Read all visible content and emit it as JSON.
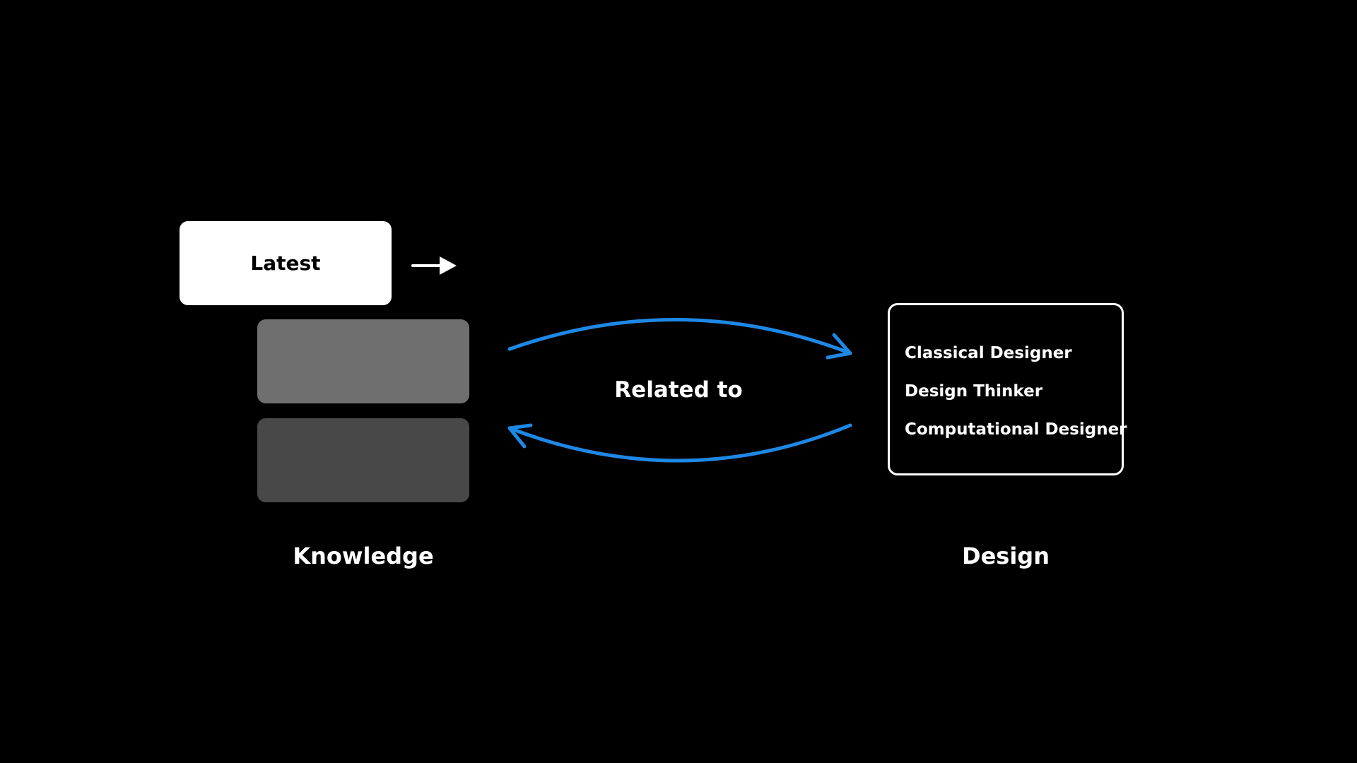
{
  "knowledge": {
    "label": "Knowledge",
    "latest_label": "Latest",
    "card_colors": [
      "#ffffff",
      "#6f6f6f",
      "#484848"
    ]
  },
  "relation": {
    "label": "Related to",
    "arrow_color": "#1e88e5"
  },
  "design": {
    "label": "Design",
    "roles": [
      "Classical Designer",
      "Design Thinker",
      "Computational Designer"
    ]
  },
  "icons": {
    "pointer": "right-arrow-icon"
  }
}
